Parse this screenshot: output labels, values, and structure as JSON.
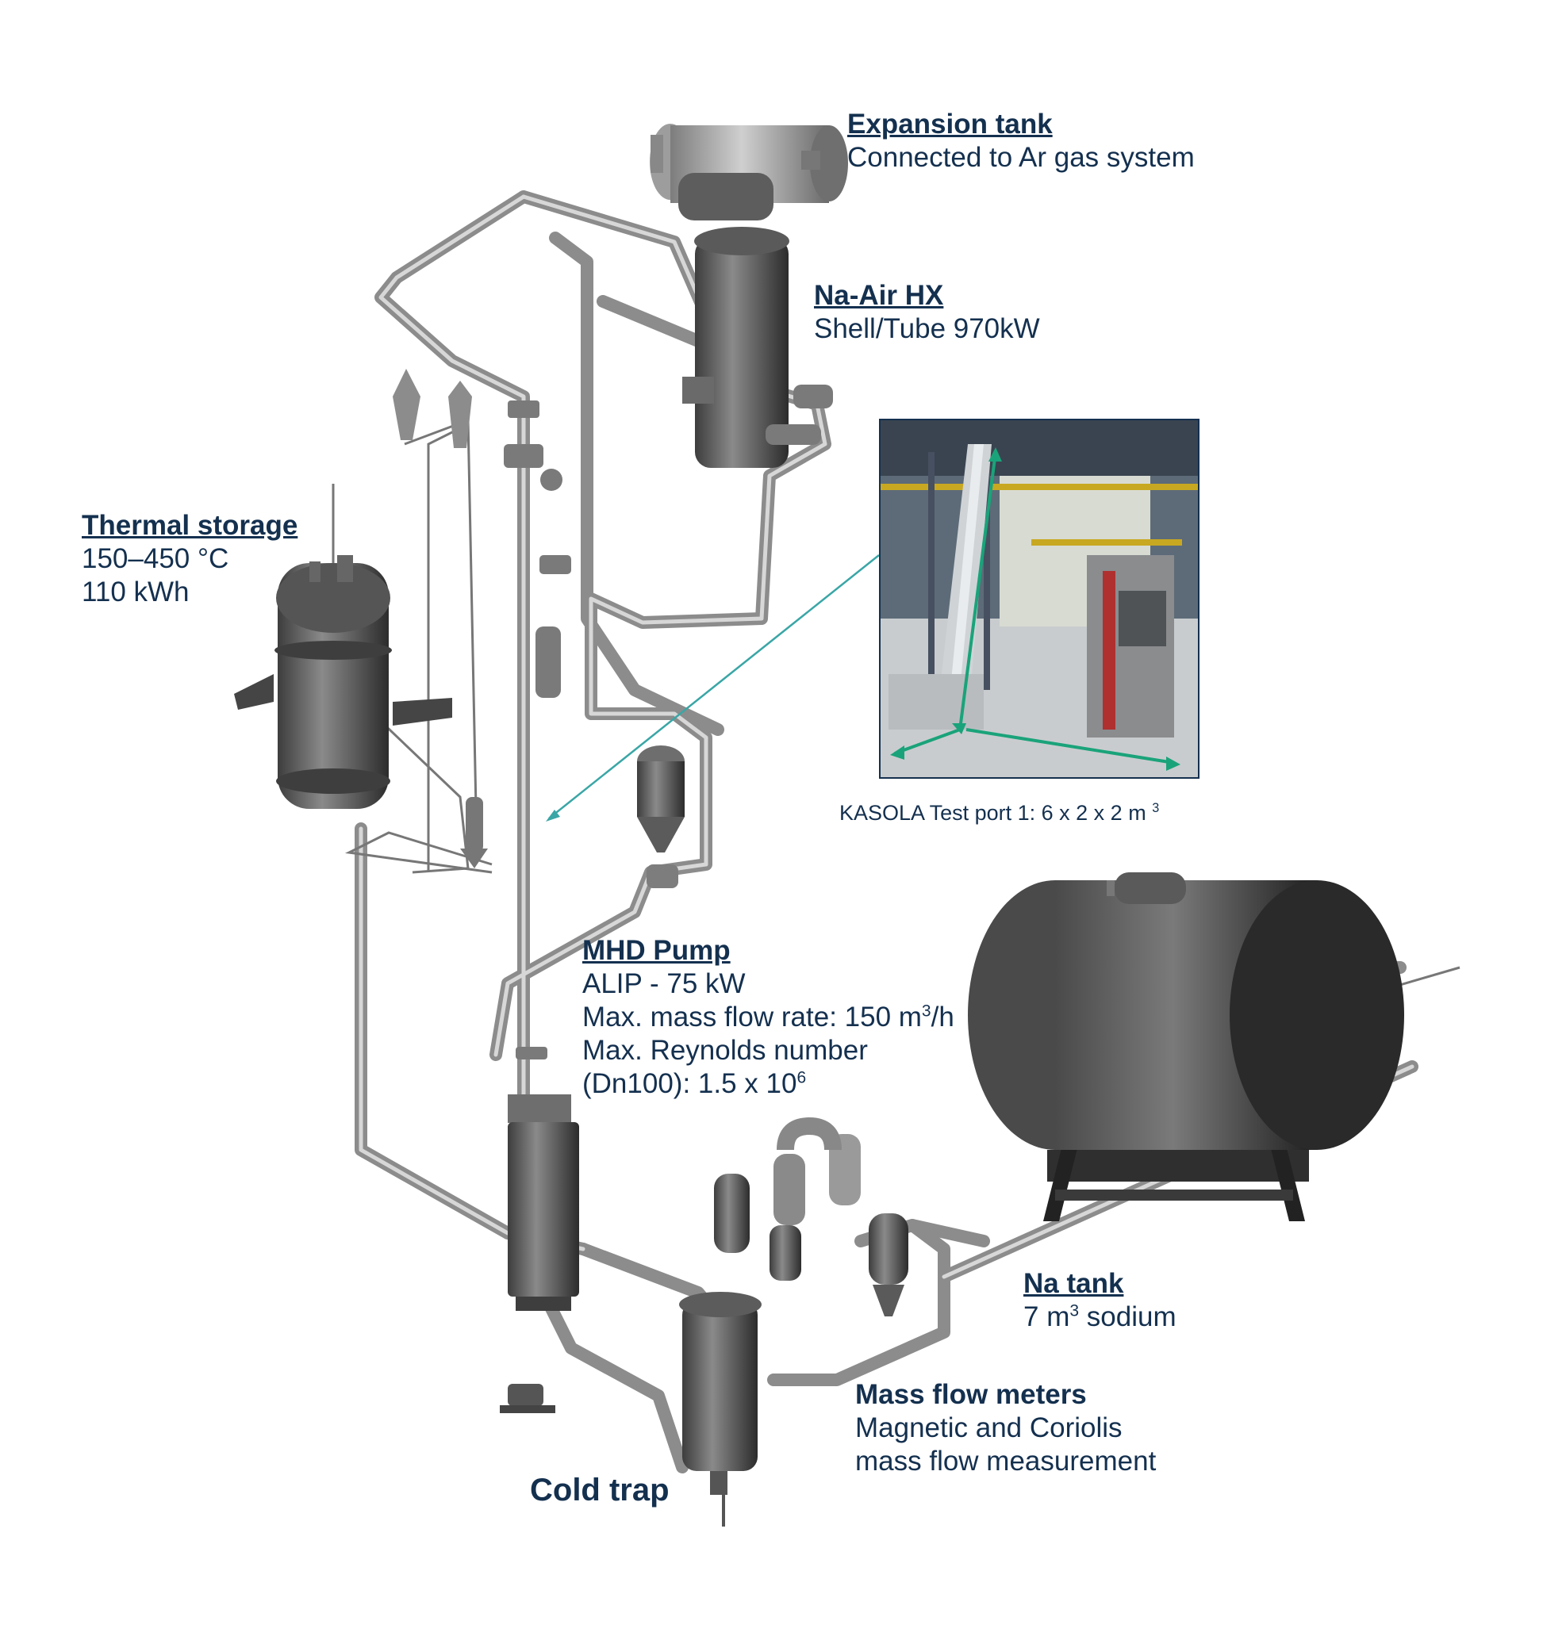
{
  "labels": {
    "expansion_tank": {
      "title": "Expansion tank",
      "desc": "Connected to Ar gas system"
    },
    "na_air_hx": {
      "title": "Na-Air HX",
      "desc": "Shell/Tube 970kW"
    },
    "thermal_storage": {
      "title": "Thermal storage",
      "lines": [
        "150–450 °C",
        "110 kWh"
      ]
    },
    "mhd_pump": {
      "title": "MHD Pump",
      "line1": "ALIP - 75 kW",
      "line2_pre": "Max. mass flow rate: 150 m",
      "line2_sup": "3",
      "line2_post": "/h",
      "line3": "Max. Reynolds number",
      "line4_pre": "(Dn100): 1.5 x 10",
      "line4_sup": "6"
    },
    "na_tank": {
      "title": "Na tank",
      "desc_pre": "7 m",
      "desc_sup": "3",
      "desc_post": " sodium"
    },
    "mass_flow_meters": {
      "title": "Mass flow meters",
      "lines": [
        "Magnetic and Coriolis",
        "mass flow measurement"
      ]
    },
    "cold_trap": {
      "title": "Cold trap"
    }
  },
  "photo_caption": {
    "text": "KASOLA Test port 1: 6 x 2 x 2 m",
    "sup": "3"
  },
  "colors": {
    "text": "#14304f",
    "arrow": "#3aa6a6",
    "photo_arrows": "#1aa37a",
    "metal_dark": "#3a3a3a",
    "metal_light": "#a8a8a8"
  }
}
